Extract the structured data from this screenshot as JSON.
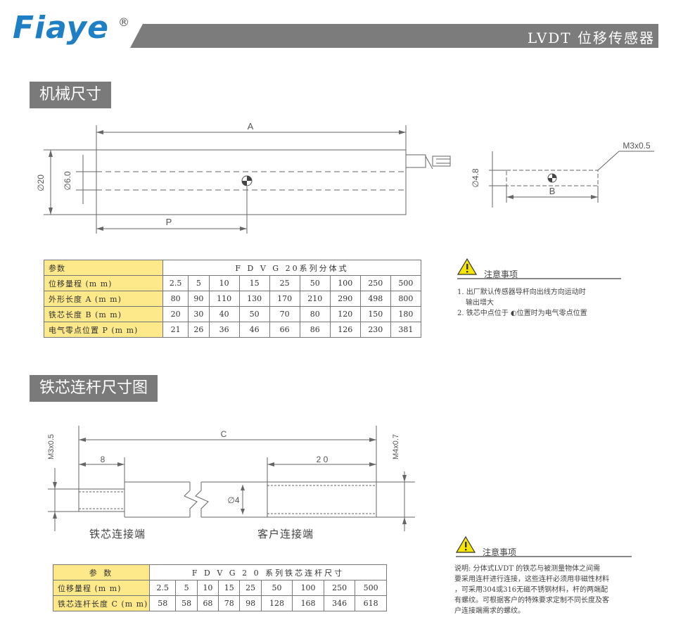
{
  "header": {
    "logo": "Fiaye",
    "registered": "®",
    "title": "LVDT  位移传感器"
  },
  "section1": {
    "title": "机械尺寸",
    "drawing": {
      "dim_a": "A",
      "dim_p": "P",
      "dim_b": "B",
      "dia_20": "∅20",
      "dia_6": "∅6.0",
      "dia_48": "∅4.8",
      "thread": "M3x0.5"
    },
    "table": {
      "header_label": "参数",
      "header_title": "F D V G 20系列分体式",
      "rows": [
        {
          "label": "位移量程  (m m)",
          "values": [
            "2.5",
            "5",
            "10",
            "15",
            "25",
            "50",
            "100",
            "250",
            "500"
          ]
        },
        {
          "label": "外形长度  A (m m)",
          "values": [
            "80",
            "90",
            "110",
            "130",
            "170",
            "210",
            "290",
            "498",
            "800"
          ]
        },
        {
          "label": "铁芯长度  B (m m)",
          "values": [
            "20",
            "30",
            "40",
            "50",
            "70",
            "80",
            "120",
            "150",
            "180"
          ]
        },
        {
          "label": "电气零点位置   P (m m)",
          "values": [
            "21",
            "26",
            "36",
            "46",
            "66",
            "86",
            "126",
            "230",
            "381"
          ]
        }
      ]
    },
    "note": {
      "title": "注意事项",
      "line1": "1. 出厂默认传感器导杆向出线方向运动时",
      "line1b": "输出增大",
      "line2": "2. 铁芯中点位于 ◐位置时为电气零点位置"
    }
  },
  "section2": {
    "title": "铁芯连杆尺寸图",
    "drawing": {
      "dim_c": "C",
      "dim_8": "8",
      "dim_20": "2 0",
      "dia_4": "∅4",
      "thread_left": "M3x0.5",
      "thread_right": "M4x0.7",
      "left_label": "铁芯连接端",
      "right_label": "客户连接端"
    },
    "table": {
      "header_label": "参  数",
      "header_title": "F D V G 2 0  系列铁芯连杆尺寸",
      "rows": [
        {
          "label": "位移量程 (m m)",
          "values": [
            "2.5",
            "5",
            "10",
            "15",
            "25",
            "50",
            "100",
            "250",
            "500"
          ]
        },
        {
          "label": "铁芯连杆长度 C (m m)",
          "values": [
            "58",
            "58",
            "68",
            "78",
            "98",
            "128",
            "168",
            "346",
            "618"
          ]
        }
      ]
    },
    "note": {
      "title": "注意事项",
      "text1": "说明:   分体式LVDT 的铁芯与被测量物体之间需",
      "text2": "要采用连杆进行连接，这些连杆必须用非磁性材料",
      "text3": "，可采用304或316无磁不锈钢材料，杆的两端配",
      "text4": "有螺纹。可根据客户的特殊要求定制不同长度及客",
      "text5": "户连接端需求的螺纹。"
    }
  }
}
